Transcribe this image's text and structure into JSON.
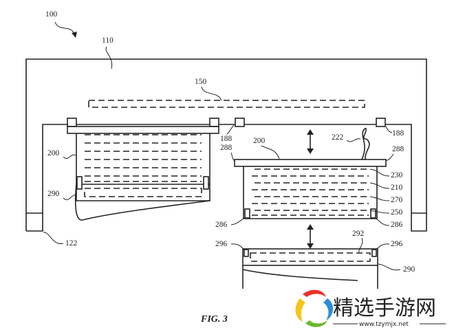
{
  "figure": {
    "caption": "FIG. 3",
    "reference_numerals": {
      "system": "100",
      "housing": "110",
      "top_panel": "150",
      "foot": "122",
      "left_tray": "200",
      "left_drawer": "290",
      "right_tray": "200",
      "mount_left": "188",
      "mount_right": "188",
      "flange_left": "288",
      "flange_right": "288",
      "cable": "222",
      "layer_a": "230",
      "layer_b": "210",
      "layer_c": "270",
      "layer_d": "250",
      "latch_left": "286",
      "latch_right": "286",
      "drawer_latch_left": "296",
      "drawer_latch_right": "296",
      "drawer_panel": "292",
      "drawer": "290"
    }
  },
  "watermark": {
    "title": "精选手游网",
    "url": "www.tzymjx.net",
    "colors": {
      "red": "#e8332a",
      "blue": "#2a8fd8",
      "yellow": "#f5c518",
      "green": "#6ab82e"
    }
  }
}
